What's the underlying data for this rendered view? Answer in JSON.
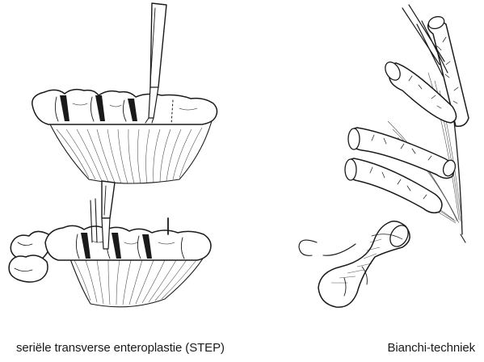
{
  "captions": {
    "step": "seriële transverse enteroplastie (STEP)",
    "bianchi": "Bianchi-techniek"
  },
  "illustration": {
    "ink_color": "#1a1a1a",
    "background_color": "#ffffff",
    "style": "black-and-white line drawing"
  }
}
